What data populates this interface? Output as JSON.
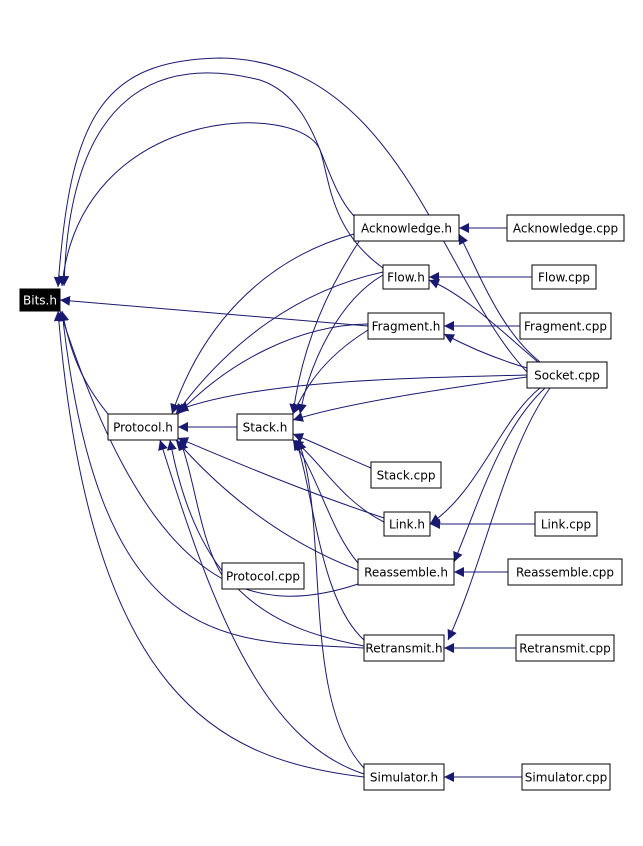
{
  "graph": {
    "edge_color": "#191970",
    "root_fill": "#000000",
    "nodes": [
      {
        "id": "bits_h",
        "label": "Bits.h",
        "root": true
      },
      {
        "id": "protocol_h",
        "label": "Protocol.h"
      },
      {
        "id": "stack_h",
        "label": "Stack.h"
      },
      {
        "id": "acknowledge_h",
        "label": "Acknowledge.h"
      },
      {
        "id": "flow_h",
        "label": "Flow.h"
      },
      {
        "id": "fragment_h",
        "label": "Fragment.h"
      },
      {
        "id": "stack_cpp",
        "label": "Stack.cpp"
      },
      {
        "id": "link_h",
        "label": "Link.h"
      },
      {
        "id": "protocol_cpp",
        "label": "Protocol.cpp"
      },
      {
        "id": "reassemble_h",
        "label": "Reassemble.h"
      },
      {
        "id": "retransmit_h",
        "label": "Retransmit.h"
      },
      {
        "id": "simulator_h",
        "label": "Simulator.h"
      },
      {
        "id": "acknowledge_cpp",
        "label": "Acknowledge.cpp"
      },
      {
        "id": "flow_cpp",
        "label": "Flow.cpp"
      },
      {
        "id": "fragment_cpp",
        "label": "Fragment.cpp"
      },
      {
        "id": "socket_cpp",
        "label": "Socket.cpp"
      },
      {
        "id": "link_cpp",
        "label": "Link.cpp"
      },
      {
        "id": "reassemble_cpp",
        "label": "Reassemble.cpp"
      },
      {
        "id": "retransmit_cpp",
        "label": "Retransmit.cpp"
      },
      {
        "id": "simulator_cpp",
        "label": "Simulator.cpp"
      }
    ],
    "edges": [
      {
        "from": "acknowledge_cpp",
        "to": "acknowledge_h"
      },
      {
        "from": "flow_cpp",
        "to": "flow_h"
      },
      {
        "from": "fragment_cpp",
        "to": "fragment_h"
      },
      {
        "from": "link_cpp",
        "to": "link_h"
      },
      {
        "from": "reassemble_cpp",
        "to": "reassemble_h"
      },
      {
        "from": "retransmit_cpp",
        "to": "retransmit_h"
      },
      {
        "from": "simulator_cpp",
        "to": "simulator_h"
      },
      {
        "from": "fragment_h",
        "to": "bits_h"
      },
      {
        "from": "stack_h",
        "to": "protocol_h"
      },
      {
        "from": "socket_cpp",
        "to": "protocol_h"
      },
      {
        "from": "socket_cpp",
        "to": "stack_h"
      },
      {
        "from": "socket_cpp",
        "to": "acknowledge_h"
      },
      {
        "from": "socket_cpp",
        "to": "flow_h"
      },
      {
        "from": "socket_cpp",
        "to": "fragment_h"
      },
      {
        "from": "socket_cpp",
        "to": "link_h"
      },
      {
        "from": "socket_cpp",
        "to": "reassemble_h"
      },
      {
        "from": "socket_cpp",
        "to": "retransmit_h"
      },
      {
        "from": "acknowledge_h",
        "to": "bits_h"
      },
      {
        "from": "flow_h",
        "to": "bits_h"
      },
      {
        "from": "socket_cpp",
        "to": "bits_h"
      },
      {
        "from": "protocol_h",
        "to": "bits_h"
      },
      {
        "from": "retransmit_h",
        "to": "bits_h"
      },
      {
        "from": "simulator_h",
        "to": "bits_h"
      },
      {
        "from": "reassemble_h",
        "to": "bits_h"
      },
      {
        "from": "acknowledge_h",
        "to": "protocol_h"
      },
      {
        "from": "flow_h",
        "to": "protocol_h"
      },
      {
        "from": "fragment_h",
        "to": "protocol_h"
      },
      {
        "from": "link_h",
        "to": "protocol_h"
      },
      {
        "from": "reassemble_h",
        "to": "protocol_h"
      },
      {
        "from": "retransmit_h",
        "to": "protocol_h"
      },
      {
        "from": "simulator_h",
        "to": "protocol_h"
      },
      {
        "from": "protocol_cpp",
        "to": "protocol_h"
      },
      {
        "from": "acknowledge_h",
        "to": "stack_h"
      },
      {
        "from": "flow_h",
        "to": "stack_h"
      },
      {
        "from": "fragment_h",
        "to": "stack_h"
      },
      {
        "from": "stack_cpp",
        "to": "stack_h"
      },
      {
        "from": "link_h",
        "to": "stack_h"
      },
      {
        "from": "reassemble_h",
        "to": "stack_h"
      },
      {
        "from": "retransmit_h",
        "to": "stack_h"
      },
      {
        "from": "simulator_h",
        "to": "stack_h"
      }
    ]
  }
}
